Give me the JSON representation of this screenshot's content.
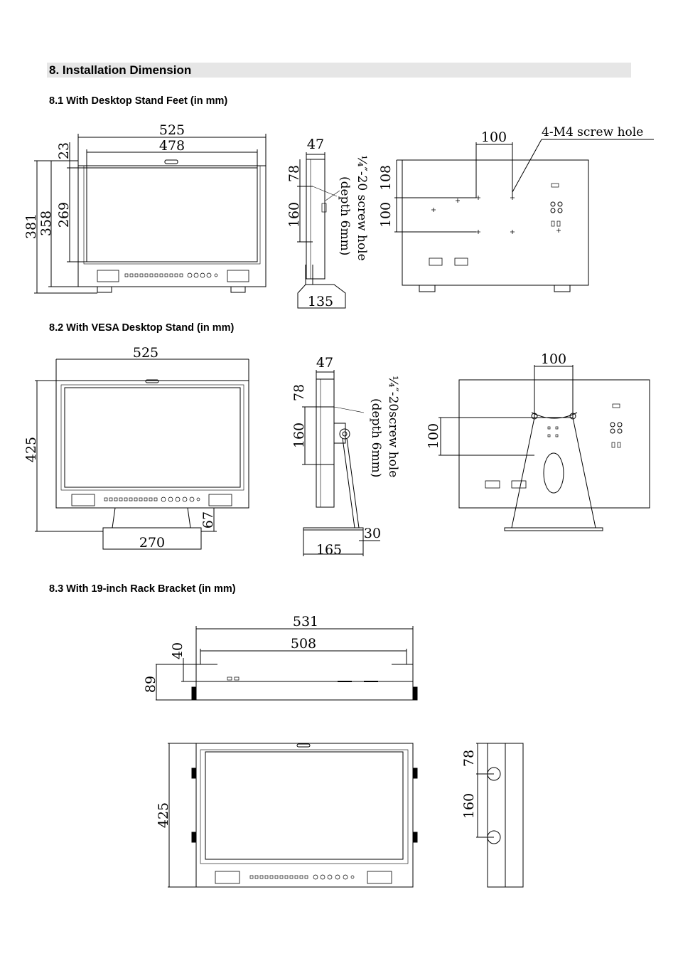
{
  "section_title": "8. Installation Dimension",
  "subsections": [
    {
      "title": "8.1 With Desktop Stand Feet (in mm)"
    },
    {
      "title": "8.2 With VESA Desktop Stand (in mm)"
    },
    {
      "title": "8.3 With 19-inch Rack Bracket (in mm)"
    }
  ],
  "dims": {
    "s1": {
      "w_outer": "525",
      "w_inner": "478",
      "top": "23",
      "h_total": "381",
      "h_body": "358",
      "h_screen": "269",
      "depth": "47",
      "side_78": "78",
      "side_160": "160",
      "foot": "135",
      "screw_note_1": "¼″-20 screw hole",
      "screw_note_2": "(depth 6mm)",
      "back_100_w": "100",
      "back_108": "108",
      "back_100_h": "100",
      "m4_note": "4-M4 screw hole"
    },
    "s2": {
      "w_outer": "525",
      "h_total": "425",
      "stand_67": "67",
      "stand_270": "270",
      "depth": "47",
      "side_78": "78",
      "side_160": "160",
      "base_30": "30",
      "base_165": "165",
      "screw_note_1": "¼″-20screw hole",
      "screw_note_2": "(depth 6mm)",
      "back_100_w": "100",
      "back_100_h": "100"
    },
    "s3": {
      "w_531": "531",
      "w_508": "508",
      "d_40": "40",
      "d_89": "89",
      "h_425": "425",
      "side_78": "78",
      "side_160": "160"
    }
  }
}
